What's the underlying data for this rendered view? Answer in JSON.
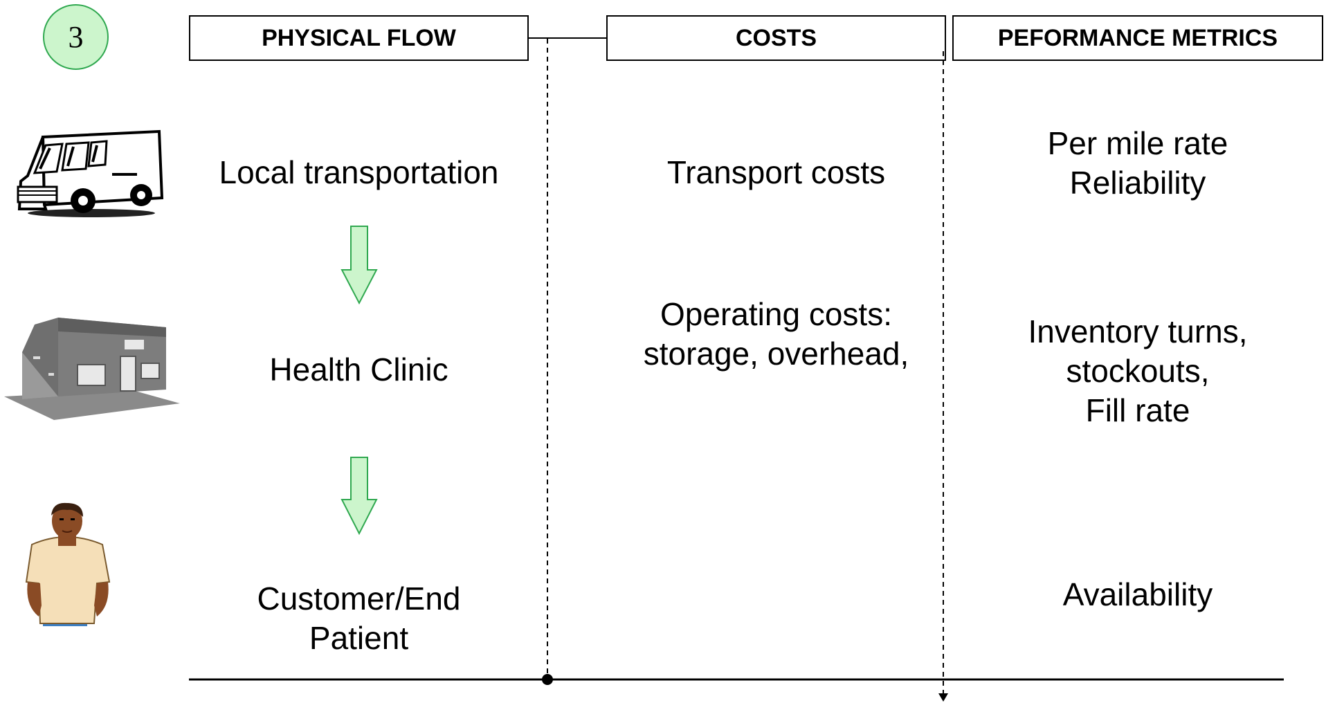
{
  "step_number": "3",
  "headers": {
    "physical_flow": "PHYSICAL FLOW",
    "costs": "COSTS",
    "performance_metrics": "PEFORMANCE METRICS"
  },
  "rows": [
    {
      "icon": "delivery-van-icon",
      "physical_flow": "Local transportation",
      "costs": [
        "Transport costs"
      ],
      "metrics": [
        "Per mile rate",
        "Reliability"
      ]
    },
    {
      "icon": "clinic-building-icon",
      "physical_flow": "Health Clinic",
      "costs": [
        "Operating costs:",
        "storage, overhead,"
      ],
      "metrics": [
        "Inventory turns,",
        "stockouts,",
        "Fill rate"
      ]
    },
    {
      "icon": "patient-person-icon",
      "physical_flow_lines": [
        "Customer/End",
        "Patient"
      ],
      "costs": [],
      "metrics": [
        "Availability"
      ]
    }
  ],
  "colors": {
    "arrow_fill": "#ccf5cc",
    "arrow_stroke": "#2fa84f",
    "badge_fill": "#ccf5cc",
    "icon_gray": "#7d7d7d"
  }
}
